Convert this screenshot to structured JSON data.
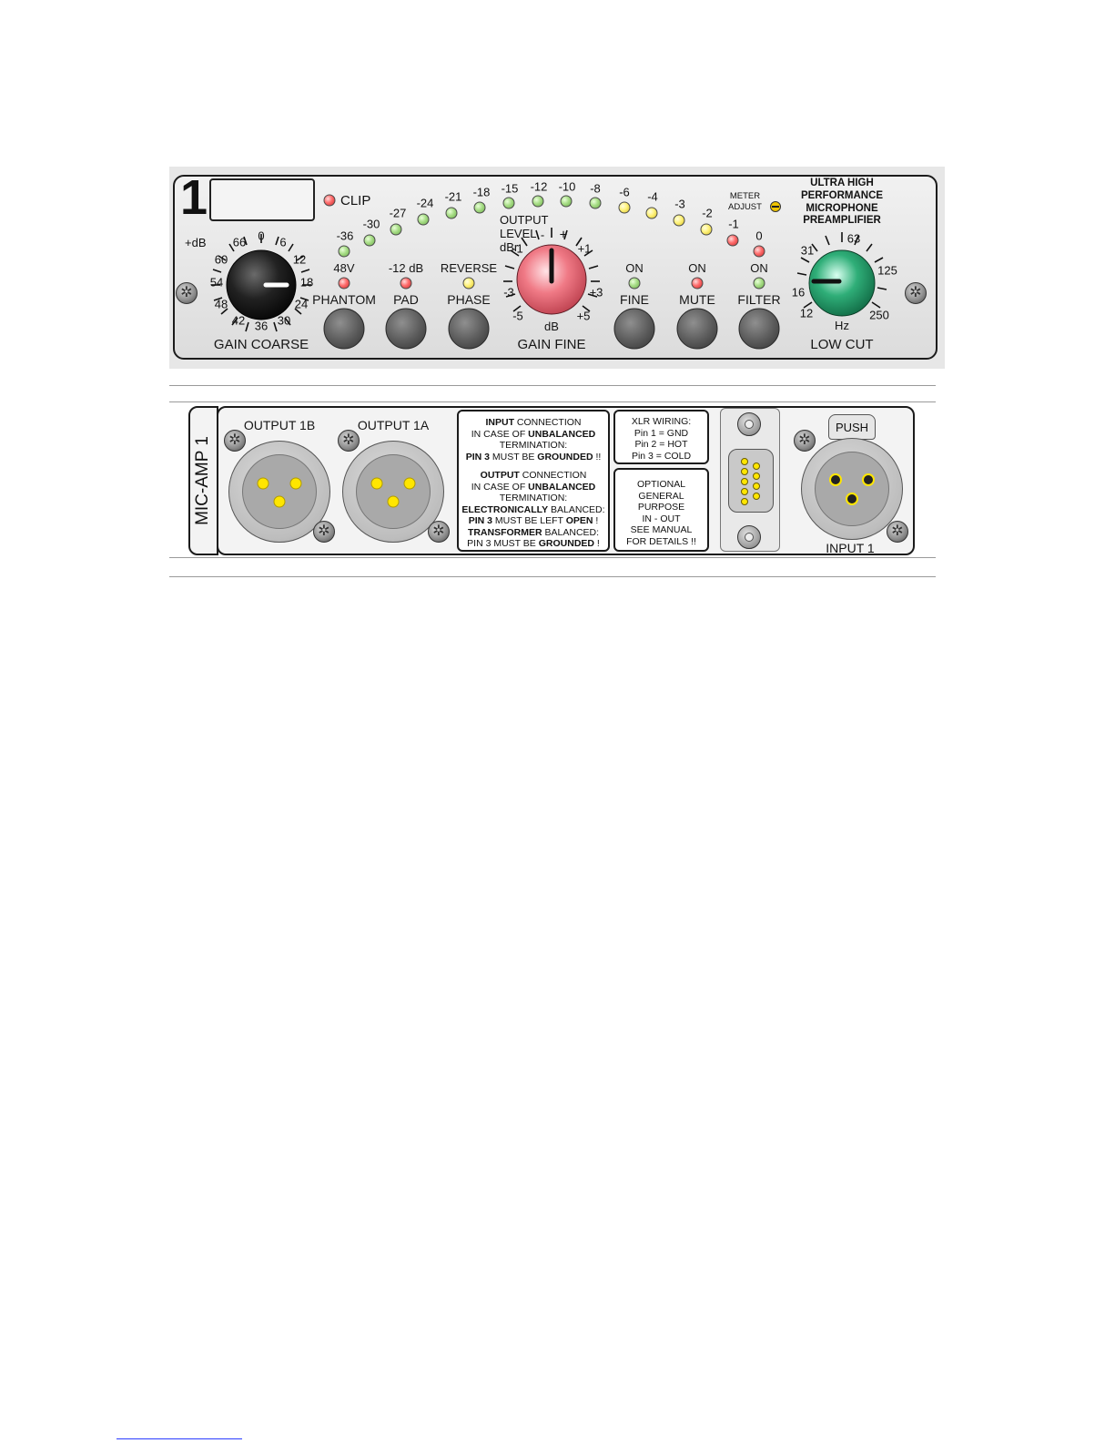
{
  "front": {
    "channel_number": "1",
    "clip_label": "CLIP",
    "title_lines": [
      "ULTRA HIGH",
      "PERFORMANCE",
      "MICROPHONE",
      "PREAMPLIFIER"
    ],
    "meter_adjust": [
      "METER",
      "ADJUST"
    ],
    "output_level_label": "OUTPUT LEVEL dBr",
    "meter_scale": [
      "-36",
      "-30",
      "-27",
      "-24",
      "-21",
      "-18",
      "-15",
      "-12",
      "-10",
      "-8",
      "-6",
      "-4",
      "-3",
      "-2",
      "-1",
      "0"
    ],
    "gain_coarse": {
      "label": "GAIN COARSE",
      "unit": "+dB",
      "scale": [
        "66",
        "0",
        "6",
        "12",
        "18",
        "24",
        "30",
        "36",
        "42",
        "48",
        "54",
        "60"
      ]
    },
    "gain_fine": {
      "label": "GAIN FINE",
      "unit": "dB",
      "scale": [
        "-",
        "+",
        "+1",
        "+3",
        "+5",
        "-5",
        "-3",
        "-1"
      ]
    },
    "low_cut": {
      "label": "LOW CUT",
      "unit": "Hz",
      "scale": [
        "63",
        "125",
        "250",
        "12",
        "16",
        "31"
      ]
    },
    "buttons": {
      "phantom": {
        "led_label": "48V",
        "label": "PHANTOM"
      },
      "pad": {
        "led_label": "-12 dB",
        "label": "PAD"
      },
      "phase": {
        "led_label": "REVERSE",
        "label": "PHASE"
      },
      "fine": {
        "led_label": "ON",
        "label": "FINE"
      },
      "mute": {
        "led_label": "ON",
        "label": "MUTE"
      },
      "filter": {
        "led_label": "ON",
        "label": "FILTER"
      }
    },
    "colors": {
      "gain_fine_knob": "#f07a86",
      "low_cut_knob": "#2fae78",
      "gain_coarse_knob": "#1a1a1a"
    }
  },
  "rear": {
    "side_label": "MIC-AMP 1",
    "output_1b": "OUTPUT 1B",
    "output_1a": "OUTPUT 1A",
    "input_1": "INPUT 1",
    "push_label": "PUSH",
    "note_input": {
      "l1_b": "INPUT",
      "l1": " CONNECTION",
      "l2": "IN CASE OF ",
      "l2_b": "UNBALANCED",
      "l3": "TERMINATION:",
      "l4_b": "PIN 3",
      "l4": " MUST BE ",
      "l4_b2": "GROUNDED",
      "l4_end": " !!"
    },
    "note_output": {
      "l1_b": "OUTPUT",
      "l1": " CONNECTION",
      "l2": "IN CASE OF ",
      "l2_b": "UNBALANCED",
      "l3": "TERMINATION:",
      "l4_b": "ELECTRONICALLY",
      "l4": " BALANCED:",
      "l5_b": "PIN 3",
      "l5": " MUST BE LEFT ",
      "l5_b2": "OPEN",
      "l5_end": " !",
      "l6_b": "TRANSFORMER",
      "l6": " BALANCED:",
      "l7": "PIN 3 MUST BE ",
      "l7_b": "GROUNDED",
      "l7_end": " !"
    },
    "xlr_wiring": [
      "XLR WIRING:",
      "Pin 1 = GND",
      "Pin 2 = HOT",
      "Pin 3 = COLD"
    ],
    "optional": [
      "OPTIONAL",
      "GENERAL",
      "PURPOSE",
      "IN - OUT",
      "SEE MANUAL",
      "FOR DETAILS !!"
    ]
  }
}
